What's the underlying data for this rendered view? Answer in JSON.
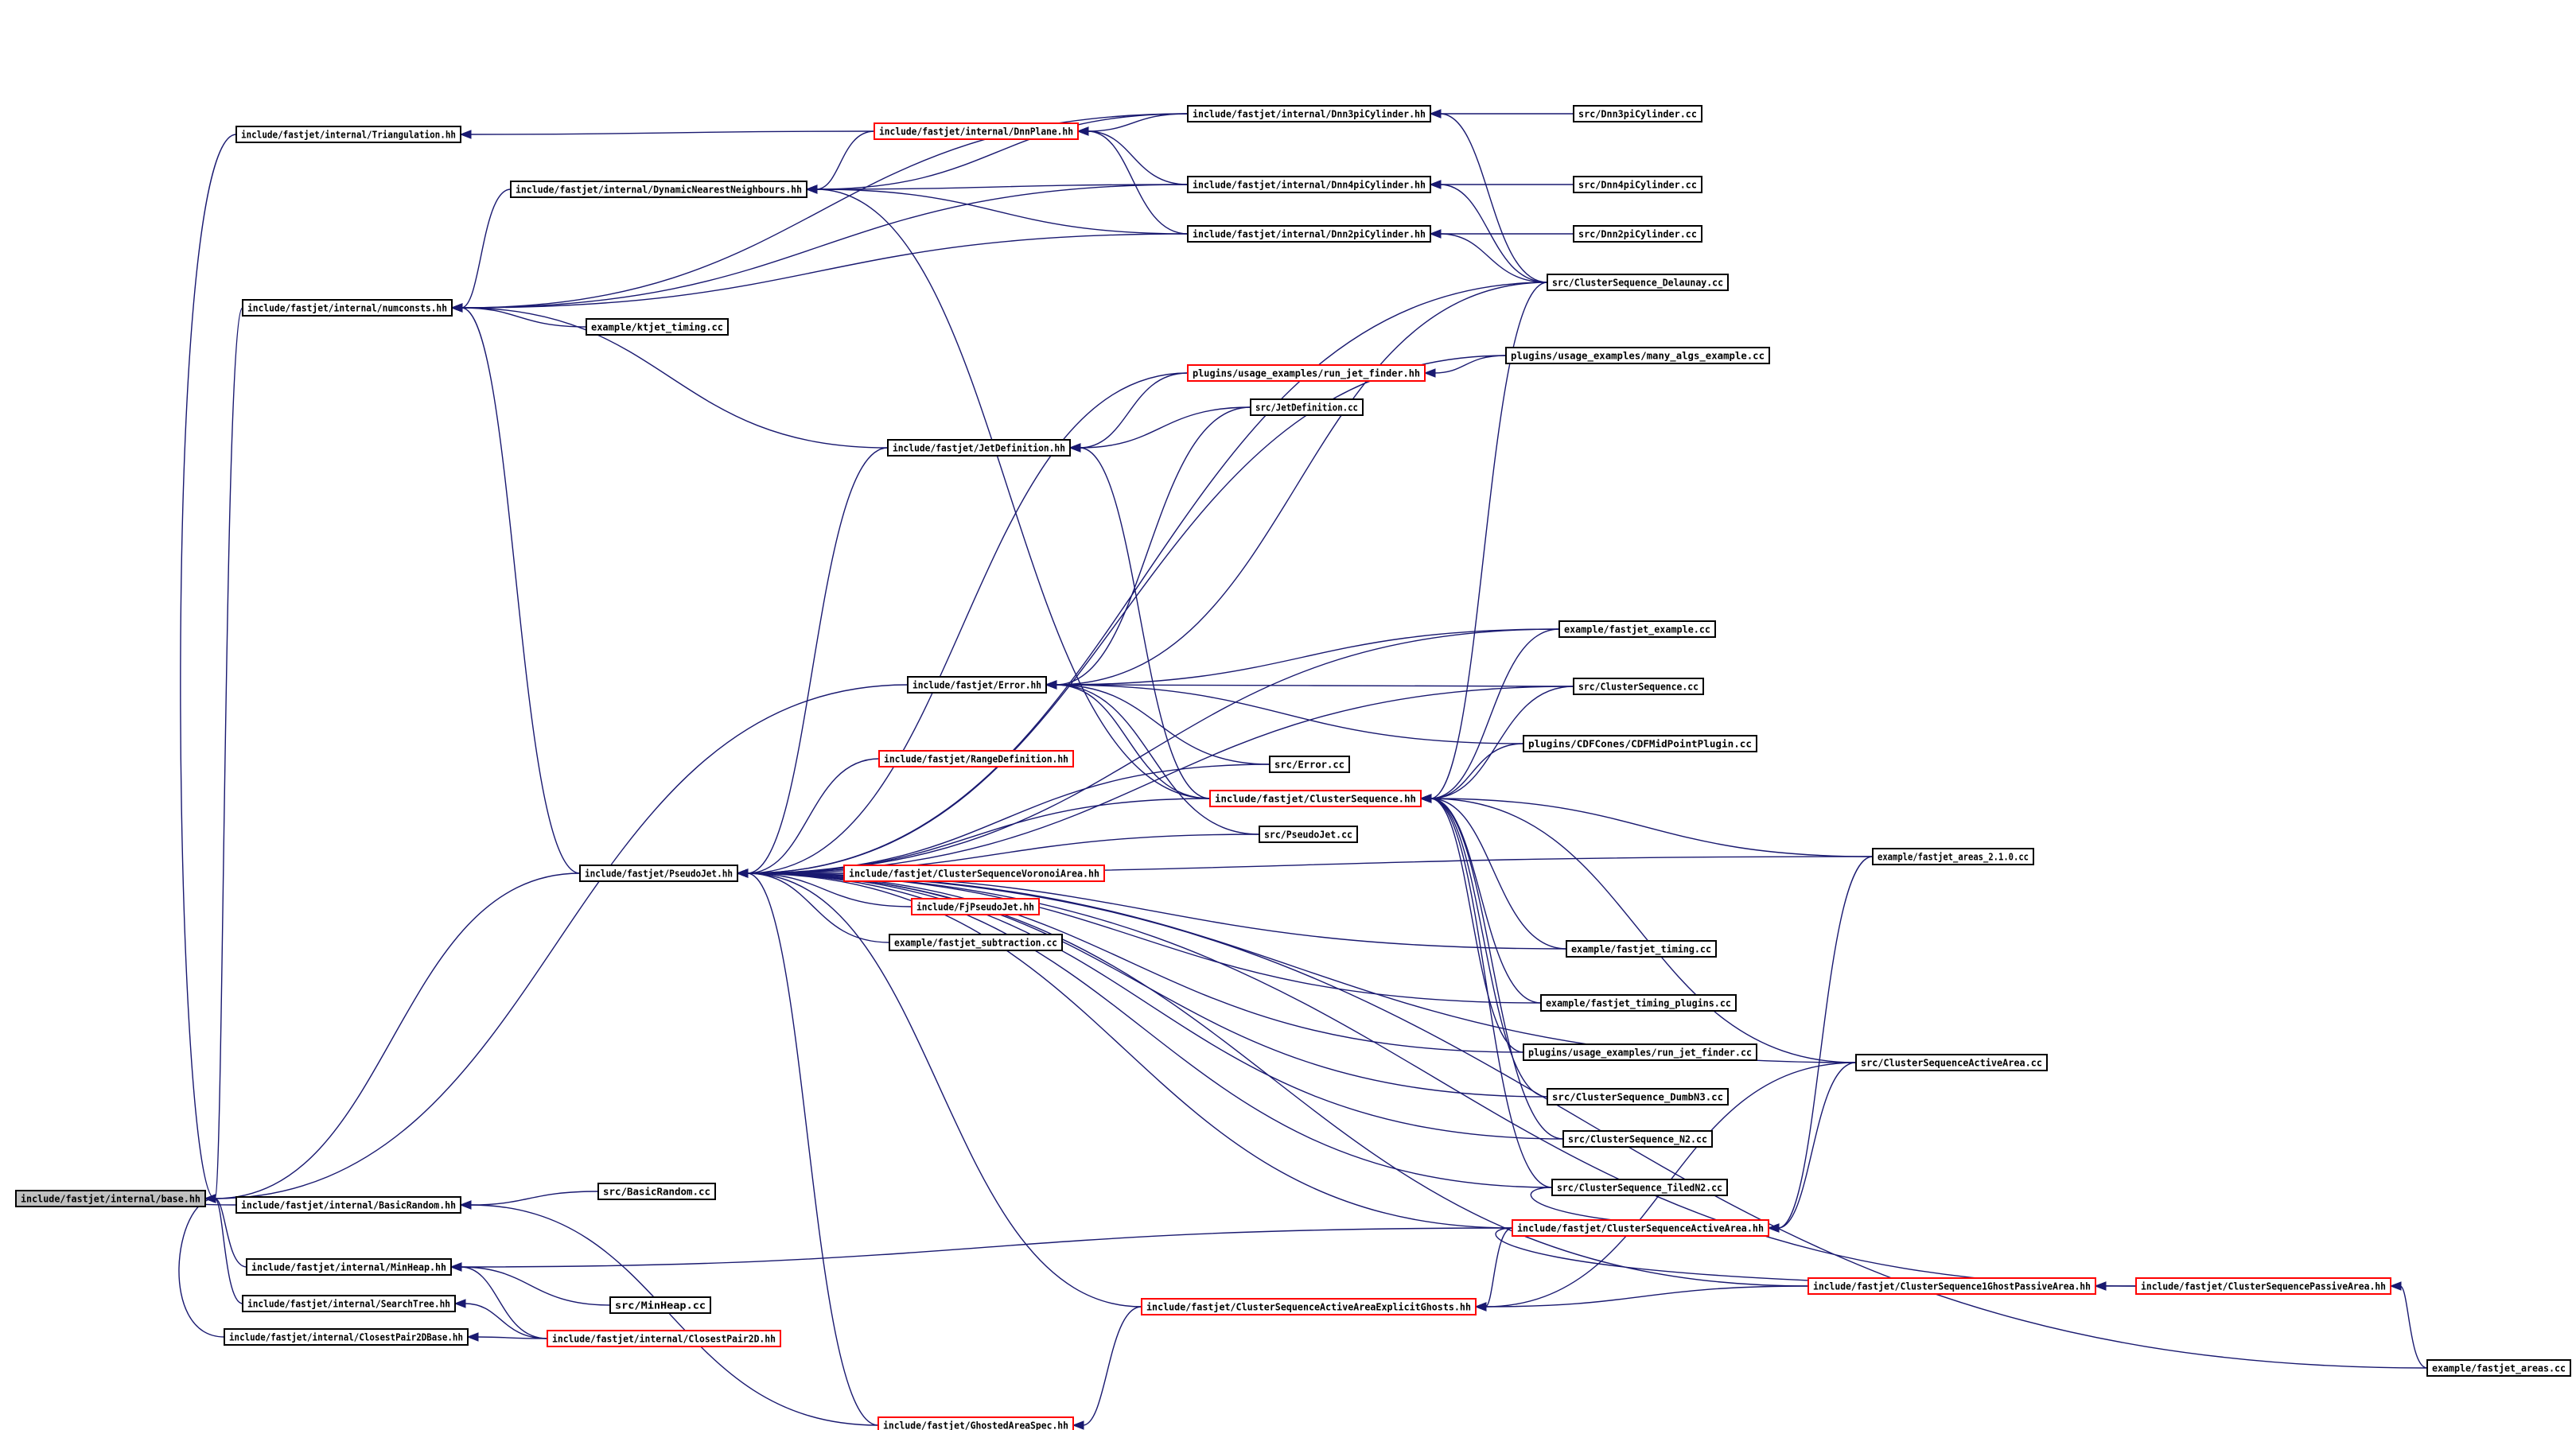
{
  "colors": {
    "background": "#ffffff",
    "edge": "#191970",
    "node_border": "#000000",
    "node_border_truncated": "#ff0000",
    "node_fill": "#ffffff",
    "root_fill": "#bfbfbf"
  },
  "nodes": [
    {
      "id": "base",
      "label": "include/fastjet/internal/base.hh",
      "root": true
    },
    {
      "id": "triang",
      "label": "include/fastjet/internal/Triangulation.hh"
    },
    {
      "id": "numconsts",
      "label": "include/fastjet/internal/numconsts.hh"
    },
    {
      "id": "dnnb",
      "label": "include/fastjet/internal/DynamicNearestNeighbours.hh"
    },
    {
      "id": "dnnplane",
      "label": "include/fastjet/internal/DnnPlane.hh",
      "truncated": true
    },
    {
      "id": "dnn3",
      "label": "include/fastjet/internal/Dnn3piCylinder.hh"
    },
    {
      "id": "dnn4",
      "label": "include/fastjet/internal/Dnn4piCylinder.hh"
    },
    {
      "id": "dnn2",
      "label": "include/fastjet/internal/Dnn2piCylinder.hh"
    },
    {
      "id": "src_dnn3",
      "label": "src/Dnn3piCylinder.cc"
    },
    {
      "id": "src_dnn4",
      "label": "src/Dnn4piCylinder.cc"
    },
    {
      "id": "src_dnn2",
      "label": "src/Dnn2piCylinder.cc"
    },
    {
      "id": "cs_del",
      "label": "src/ClusterSequence_Delaunay.cc"
    },
    {
      "id": "ktjet",
      "label": "example/ktjet_timing.cc"
    },
    {
      "id": "many",
      "label": "plugins/usage_examples/many_algs_example.cc"
    },
    {
      "id": "runjet_hh",
      "label": "plugins/usage_examples/run_jet_finder.hh",
      "truncated": true
    },
    {
      "id": "jetdef_cc",
      "label": "src/JetDefinition.cc"
    },
    {
      "id": "jetdef_hh",
      "label": "include/fastjet/JetDefinition.hh"
    },
    {
      "id": "fj_example",
      "label": "example/fastjet_example.cc"
    },
    {
      "id": "error_hh",
      "label": "include/fastjet/Error.hh"
    },
    {
      "id": "cs_cc",
      "label": "src/ClusterSequence.cc"
    },
    {
      "id": "cdfmid",
      "label": "plugins/CDFCones/CDFMidPointPlugin.cc"
    },
    {
      "id": "rangedef",
      "label": "include/fastjet/RangeDefinition.hh",
      "truncated": true
    },
    {
      "id": "error_cc",
      "label": "src/Error.cc"
    },
    {
      "id": "cs_hh",
      "label": "include/fastjet/ClusterSequence.hh",
      "truncated": true
    },
    {
      "id": "pj_cc",
      "label": "src/PseudoJet.cc"
    },
    {
      "id": "areas210",
      "label": "example/fastjet_areas_2.1.0.cc"
    },
    {
      "id": "pj_hh",
      "label": "include/fastjet/PseudoJet.hh"
    },
    {
      "id": "csvor",
      "label": "include/fastjet/ClusterSequenceVoronoiArea.hh",
      "truncated": true
    },
    {
      "id": "fjpj",
      "label": "include/FjPseudoJet.hh",
      "truncated": true
    },
    {
      "id": "fjsub",
      "label": "example/fastjet_subtraction.cc"
    },
    {
      "id": "fjtiming",
      "label": "example/fastjet_timing.cc"
    },
    {
      "id": "fjtplug",
      "label": "example/fastjet_timing_plugins.cc"
    },
    {
      "id": "runjet_cc",
      "label": "plugins/usage_examples/run_jet_finder.cc"
    },
    {
      "id": "csaa_cc",
      "label": "src/ClusterSequenceActiveArea.cc"
    },
    {
      "id": "dumbn3",
      "label": "src/ClusterSequence_DumbN3.cc"
    },
    {
      "id": "n2",
      "label": "src/ClusterSequence_N2.cc"
    },
    {
      "id": "tiledn2",
      "label": "src/ClusterSequence_TiledN2.cc"
    },
    {
      "id": "basicrandom",
      "label": "include/fastjet/internal/BasicRandom.hh"
    },
    {
      "id": "basicrandom_cc",
      "label": "src/BasicRandom.cc"
    },
    {
      "id": "csaa_hh",
      "label": "include/fastjet/ClusterSequenceActiveArea.hh",
      "truncated": true
    },
    {
      "id": "minheap",
      "label": "include/fastjet/internal/MinHeap.hh"
    },
    {
      "id": "cs1gpa",
      "label": "include/fastjet/ClusterSequence1GhostPassiveArea.hh",
      "truncated": true
    },
    {
      "id": "cspa",
      "label": "include/fastjet/ClusterSequencePassiveArea.hh",
      "truncated": true
    },
    {
      "id": "searchtree",
      "label": "include/fastjet/internal/SearchTree.hh"
    },
    {
      "id": "minheap_cc",
      "label": "src/MinHeap.cc"
    },
    {
      "id": "csaaeg",
      "label": "include/fastjet/ClusterSequenceActiveAreaExplicitGhosts.hh",
      "truncated": true
    },
    {
      "id": "cp2dbase",
      "label": "include/fastjet/internal/ClosestPair2DBase.hh"
    },
    {
      "id": "cp2d",
      "label": "include/fastjet/internal/ClosestPair2D.hh",
      "truncated": true
    },
    {
      "id": "areas_cc",
      "label": "example/fastjet_areas.cc"
    },
    {
      "id": "ghosted",
      "label": "include/fastjet/GhostedAreaSpec.hh",
      "truncated": true
    }
  ],
  "edges": [
    [
      "triang",
      "base"
    ],
    [
      "numconsts",
      "base"
    ],
    [
      "pj_hh",
      "base"
    ],
    [
      "error_hh",
      "base"
    ],
    [
      "basicrandom",
      "base"
    ],
    [
      "minheap",
      "base"
    ],
    [
      "searchtree",
      "base"
    ],
    [
      "cp2dbase",
      "base"
    ],
    [
      "dnnplane",
      "triang"
    ],
    [
      "dnnb",
      "numconsts"
    ],
    [
      "ktjet",
      "numconsts"
    ],
    [
      "pj_hh",
      "numconsts"
    ],
    [
      "jetdef_hh",
      "numconsts"
    ],
    [
      "dnn3",
      "numconsts"
    ],
    [
      "dnn4",
      "numconsts"
    ],
    [
      "dnn2",
      "numconsts"
    ],
    [
      "dnnplane",
      "dnnb"
    ],
    [
      "dnn3",
      "dnnb"
    ],
    [
      "dnn4",
      "dnnb"
    ],
    [
      "dnn2",
      "dnnb"
    ],
    [
      "cs_hh",
      "dnnb"
    ],
    [
      "dnn3",
      "dnnplane"
    ],
    [
      "dnn4",
      "dnnplane"
    ],
    [
      "dnn2",
      "dnnplane"
    ],
    [
      "src_dnn3",
      "dnn3"
    ],
    [
      "cs_del",
      "dnn3"
    ],
    [
      "src_dnn4",
      "dnn4"
    ],
    [
      "cs_del",
      "dnn4"
    ],
    [
      "src_dnn2",
      "dnn2"
    ],
    [
      "cs_del",
      "dnn2"
    ],
    [
      "many",
      "runjet_hh"
    ],
    [
      "jetdef_cc",
      "jetdef_hh"
    ],
    [
      "cs_hh",
      "jetdef_hh"
    ],
    [
      "runjet_hh",
      "jetdef_hh"
    ],
    [
      "fj_example",
      "error_hh"
    ],
    [
      "cs_cc",
      "error_hh"
    ],
    [
      "cdfmid",
      "error_hh"
    ],
    [
      "error_cc",
      "error_hh"
    ],
    [
      "cs_hh",
      "error_hh"
    ],
    [
      "pj_cc",
      "error_hh"
    ],
    [
      "jetdef_cc",
      "error_hh"
    ],
    [
      "cs_del",
      "error_hh"
    ],
    [
      "fj_example",
      "cs_hh"
    ],
    [
      "cs_cc",
      "cs_hh"
    ],
    [
      "cdfmid",
      "cs_hh"
    ],
    [
      "areas210",
      "cs_hh"
    ],
    [
      "fjtiming",
      "cs_hh"
    ],
    [
      "fjtplug",
      "cs_hh"
    ],
    [
      "runjet_cc",
      "cs_hh"
    ],
    [
      "csaa_cc",
      "cs_hh"
    ],
    [
      "dumbn3",
      "cs_hh"
    ],
    [
      "n2",
      "cs_hh"
    ],
    [
      "tiledn2",
      "cs_hh"
    ],
    [
      "cs_del",
      "cs_hh"
    ],
    [
      "rangedef",
      "pj_hh"
    ],
    [
      "cs_hh",
      "pj_hh"
    ],
    [
      "pj_cc",
      "pj_hh"
    ],
    [
      "csvor",
      "pj_hh"
    ],
    [
      "fjpj",
      "pj_hh"
    ],
    [
      "fjsub",
      "pj_hh"
    ],
    [
      "fjtiming",
      "pj_hh"
    ],
    [
      "fjtplug",
      "pj_hh"
    ],
    [
      "runjet_cc",
      "pj_hh"
    ],
    [
      "dumbn3",
      "pj_hh"
    ],
    [
      "n2",
      "pj_hh"
    ],
    [
      "tiledn2",
      "pj_hh"
    ],
    [
      "csaaeg",
      "pj_hh"
    ],
    [
      "ghosted",
      "pj_hh"
    ],
    [
      "cs_del",
      "pj_hh"
    ],
    [
      "many",
      "pj_hh"
    ],
    [
      "jetdef_hh",
      "pj_hh"
    ],
    [
      "error_cc",
      "pj_hh"
    ],
    [
      "areas210",
      "pj_hh"
    ],
    [
      "csaa_cc",
      "pj_hh"
    ],
    [
      "cs_cc",
      "pj_hh"
    ],
    [
      "fj_example",
      "pj_hh"
    ],
    [
      "cspa",
      "pj_hh"
    ],
    [
      "areas_cc",
      "pj_hh"
    ],
    [
      "cs1gpa",
      "pj_hh"
    ],
    [
      "csaa_hh",
      "pj_hh"
    ],
    [
      "runjet_hh",
      "pj_hh"
    ],
    [
      "basicrandom_cc",
      "basicrandom"
    ],
    [
      "ghosted",
      "basicrandom"
    ],
    [
      "minheap_cc",
      "minheap"
    ],
    [
      "cp2d",
      "minheap"
    ],
    [
      "csaa_hh",
      "minheap"
    ],
    [
      "cp2d",
      "searchtree"
    ],
    [
      "cp2d",
      "cp2dbase"
    ],
    [
      "areas210",
      "csaa_hh"
    ],
    [
      "csaa_cc",
      "csaa_hh"
    ],
    [
      "tiledn2",
      "csaa_hh"
    ],
    [
      "csaa_cc",
      "csaaeg"
    ],
    [
      "csaa_hh",
      "csaaeg"
    ],
    [
      "cs1gpa",
      "csaaeg"
    ],
    [
      "csaa_hh",
      "cs1gpa"
    ],
    [
      "cspa",
      "cs1gpa"
    ],
    [
      "areas_cc",
      "cspa"
    ],
    [
      "csaaeg",
      "ghosted"
    ]
  ]
}
